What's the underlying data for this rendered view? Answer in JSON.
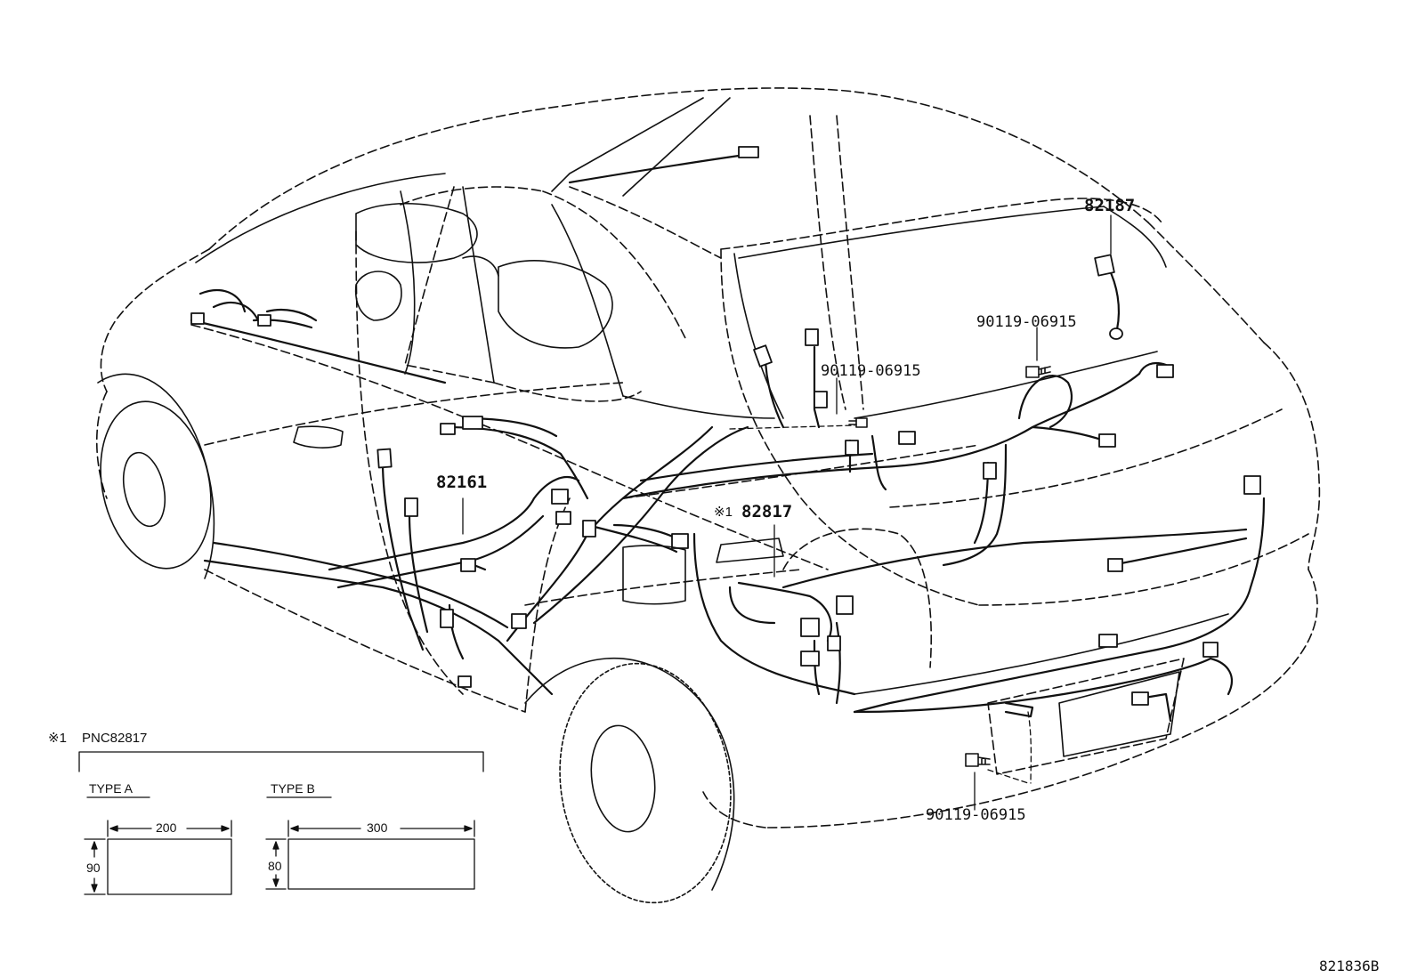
{
  "callouts": {
    "part_82187": "82187",
    "part_82161": "82161",
    "part_82817_mark": "※1",
    "part_82817": "82817",
    "bolt_upper": "90119-06915",
    "bolt_middle": "90119-06915",
    "bolt_lower": "90119-06915"
  },
  "inset": {
    "heading_mark": "※1",
    "heading": "PNC82817",
    "type_a": {
      "title": "TYPE A",
      "width": "200",
      "height": "90"
    },
    "type_b": {
      "title": "TYPE B",
      "width": "300",
      "height": "80"
    }
  },
  "figure_code": "821836B"
}
